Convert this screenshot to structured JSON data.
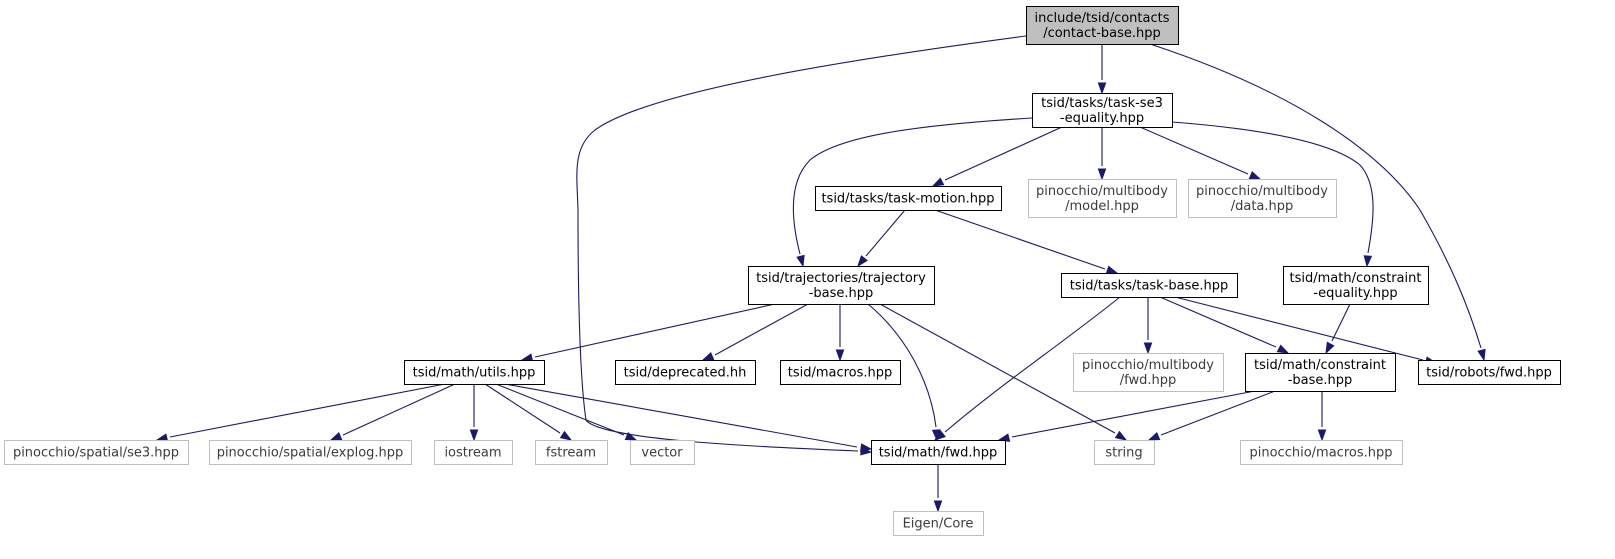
{
  "graph": {
    "colors": {
      "edge": "#191970",
      "root_fill": "#bfbfbf",
      "node_border": "#000000",
      "external_border": "#bfbfbf",
      "external_text": "#3c3c3c"
    },
    "nodes": [
      {
        "id": "root",
        "lines": [
          "include/tsid/contacts",
          "/contact-base.hpp"
        ],
        "kind": "root"
      },
      {
        "id": "tse3",
        "lines": [
          "tsid/tasks/task-se3",
          "-equality.hpp"
        ],
        "kind": "solid"
      },
      {
        "id": "tmotion",
        "lines": [
          "tsid/tasks/task-motion.hpp"
        ],
        "kind": "solid"
      },
      {
        "id": "pmodel",
        "lines": [
          "pinocchio/multibody",
          "/model.hpp"
        ],
        "kind": "ghost"
      },
      {
        "id": "pdata",
        "lines": [
          "pinocchio/multibody",
          "/data.hpp"
        ],
        "kind": "ghost"
      },
      {
        "id": "traj",
        "lines": [
          "tsid/trajectories/trajectory",
          "-base.hpp"
        ],
        "kind": "solid"
      },
      {
        "id": "tbase",
        "lines": [
          "tsid/tasks/task-base.hpp"
        ],
        "kind": "solid"
      },
      {
        "id": "ceq",
        "lines": [
          "tsid/math/constraint",
          "-equality.hpp"
        ],
        "kind": "solid"
      },
      {
        "id": "mutils",
        "lines": [
          "tsid/math/utils.hpp"
        ],
        "kind": "solid"
      },
      {
        "id": "depr",
        "lines": [
          "tsid/deprecated.hh"
        ],
        "kind": "solid"
      },
      {
        "id": "macros",
        "lines": [
          "tsid/macros.hpp"
        ],
        "kind": "solid"
      },
      {
        "id": "pfwd",
        "lines": [
          "pinocchio/multibody",
          "/fwd.hpp"
        ],
        "kind": "ghost"
      },
      {
        "id": "cbase",
        "lines": [
          "tsid/math/constraint",
          "-base.hpp"
        ],
        "kind": "solid"
      },
      {
        "id": "rfwd",
        "lines": [
          "tsid/robots/fwd.hpp"
        ],
        "kind": "solid"
      },
      {
        "id": "se3",
        "lines": [
          "pinocchio/spatial/se3.hpp"
        ],
        "kind": "ghost"
      },
      {
        "id": "explog",
        "lines": [
          "pinocchio/spatial/explog.hpp"
        ],
        "kind": "ghost"
      },
      {
        "id": "iostream",
        "lines": [
          "iostream"
        ],
        "kind": "ghost"
      },
      {
        "id": "fstream",
        "lines": [
          "fstream"
        ],
        "kind": "ghost"
      },
      {
        "id": "vector",
        "lines": [
          "vector"
        ],
        "kind": "ghost"
      },
      {
        "id": "mfwd",
        "lines": [
          "tsid/math/fwd.hpp"
        ],
        "kind": "solid"
      },
      {
        "id": "string",
        "lines": [
          "string"
        ],
        "kind": "ghost"
      },
      {
        "id": "pmacros",
        "lines": [
          "pinocchio/macros.hpp"
        ],
        "kind": "ghost"
      },
      {
        "id": "eigen",
        "lines": [
          "Eigen/Core"
        ],
        "kind": "ghost"
      }
    ],
    "edges": [
      [
        "root",
        "tse3"
      ],
      [
        "root",
        "mfwd"
      ],
      [
        "root",
        "rfwd"
      ],
      [
        "tse3",
        "traj"
      ],
      [
        "tse3",
        "tmotion"
      ],
      [
        "tse3",
        "pmodel"
      ],
      [
        "tse3",
        "pdata"
      ],
      [
        "tse3",
        "ceq"
      ],
      [
        "tmotion",
        "traj"
      ],
      [
        "tmotion",
        "tbase"
      ],
      [
        "traj",
        "mutils"
      ],
      [
        "traj",
        "depr"
      ],
      [
        "traj",
        "macros"
      ],
      [
        "traj",
        "mfwd"
      ],
      [
        "traj",
        "string"
      ],
      [
        "tbase",
        "mfwd"
      ],
      [
        "tbase",
        "pfwd"
      ],
      [
        "tbase",
        "cbase"
      ],
      [
        "tbase",
        "rfwd"
      ],
      [
        "ceq",
        "cbase"
      ],
      [
        "mutils",
        "se3"
      ],
      [
        "mutils",
        "explog"
      ],
      [
        "mutils",
        "iostream"
      ],
      [
        "mutils",
        "fstream"
      ],
      [
        "mutils",
        "vector"
      ],
      [
        "mutils",
        "mfwd"
      ],
      [
        "cbase",
        "mfwd"
      ],
      [
        "cbase",
        "string"
      ],
      [
        "cbase",
        "pmacros"
      ],
      [
        "mfwd",
        "eigen"
      ]
    ]
  }
}
